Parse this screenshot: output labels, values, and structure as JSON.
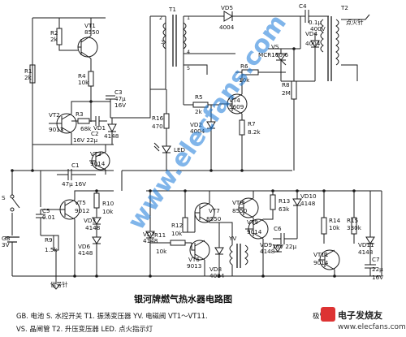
{
  "title": "银河牌燃气热水器电路图",
  "legend_line1": "GB. 电池   S. 水控开关   T1. 振荡变压器   YV. 电磁阀   VT1～VT11.",
  "legend_line1_end": "极管",
  "legend_line2": "VS. 晶闸管   T2. 升压变压器   LED. 点火指示灯",
  "watermark": {
    "site": "www.elecfans.com",
    "logo_text": "电子发烧友",
    "logo_sub": "www.elecfans.com"
  },
  "outputs": {
    "ignition_needle": "点火针",
    "signal_needle": "信号针"
  },
  "components": {
    "T1": "T1",
    "T1_pin2": "2",
    "T1_pin1": "1",
    "T1_pin3": "3",
    "T1_pin4": "4",
    "T1_pin5": "5",
    "T2": "T2",
    "VD5": "VD5",
    "VD5_v": "4004",
    "C4": "C4",
    "VS": "VS",
    "VS_v": "MCR100-6",
    "VD4": "VD4",
    "VD4_v": "4004",
    "C4_d": "0.1μ",
    "C4_d2": "400V",
    "R6": "R6",
    "R6_v": "10k",
    "R8": "R8",
    "R8_v": "2M",
    "R7": "R7",
    "R7_v": "8.2k",
    "VT4": "VT4",
    "VT4_v": "5609",
    "R5": "R5",
    "R5_v": "2k",
    "R16": "R16",
    "R16_v": "470",
    "VD2": "VD2",
    "VD2_v": "4004",
    "LED": "LED",
    "VT1": "VT1",
    "VT1_v": "8550",
    "R2": "R2",
    "R2_v": "2k",
    "R1": "R1",
    "R1_v": "2k",
    "R4": "R4",
    "R4_v": "10k",
    "C3": "C3",
    "C3_v": "47μ",
    "C3_v2": "16V",
    "VT2": "VT2",
    "VT2_v": "9013",
    "R3": "R3",
    "R3_v": "68k",
    "C2": "C2",
    "C2_v": "16V 22μ",
    "VD1": "VD1",
    "VD1_v": "4148",
    "VT3": "VT3",
    "VT3_v": "9014",
    "C1": "C1",
    "C1_v": "47μ 16V",
    "S": "S",
    "GB": "GB",
    "GB_v": "3V",
    "VT5": "VT5",
    "VT5_v": "9012",
    "C5": "C5",
    "C5_v": "0.01",
    "R9": "R9",
    "R9_v": "1.5k",
    "R10": "R10",
    "R10_v": "10k",
    "VD3": "VD3",
    "VD3_v": "4148",
    "VD6": "VD6",
    "VD6_v": "4148",
    "VD7": "VD7",
    "VD7_v": "4148",
    "R11": "R11",
    "R11_v": "10k",
    "R12": "R12",
    "R12_v": "10k",
    "VT7": "VT7",
    "VT7_v": "8550",
    "VT6": "VT6",
    "VT6_v": "9013",
    "VD8": "VD8",
    "VD8_v": "4004",
    "YV": "YV",
    "VT8": "VT8",
    "VT8_v": "8550",
    "VT9": "VT9",
    "VT9_v": "9014",
    "R13": "R13",
    "R13_v": "63k",
    "C6": "C6",
    "C6_v": "16V 22μ",
    "VD10": "VD10",
    "VD10_v": "4148",
    "VD9": "VD9",
    "VD9_v": "4148",
    "R14": "R14",
    "R14_v": "10k",
    "R15": "R15",
    "R15_v": "330k",
    "VD11": "VD11",
    "VD11_v": "4148",
    "VT11": "VT11",
    "VT11_v": "9014",
    "C7": "C7",
    "C7_v": "22μ",
    "C7_v2": "16V"
  }
}
